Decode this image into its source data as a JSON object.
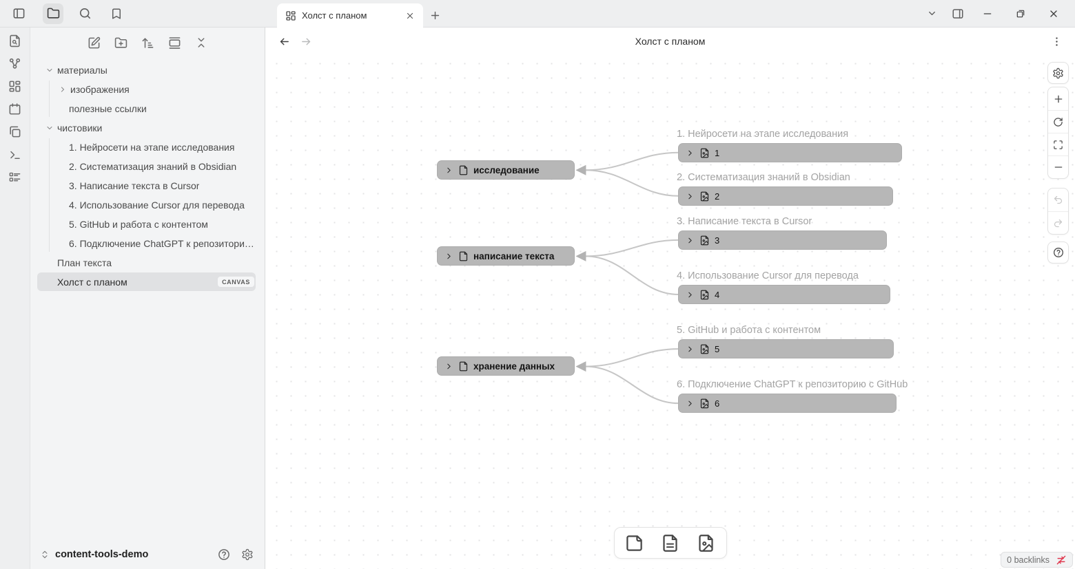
{
  "colors": {
    "chrome": "#eeeff0",
    "node_fill": "#b7b7b7",
    "edge": "#c6c6c6",
    "status_error": "#e0394f",
    "selection": "#e0e1e3"
  },
  "titlebar": {
    "tab": {
      "title": "Холст с планом"
    },
    "icons": [
      "panel-left-toggle",
      "folder-tab",
      "search-tab",
      "bookmark-tab"
    ],
    "window_icons": [
      "tab-list-chevron",
      "panel-right-toggle",
      "minimize",
      "restore",
      "close"
    ]
  },
  "ribbon": {
    "icons": [
      "file-search",
      "graph-view",
      "canvas-new",
      "daily-note-calendar",
      "templates-copy",
      "terminal",
      "list-details"
    ]
  },
  "sidebar": {
    "toolbar_icons": [
      "new-note",
      "new-folder",
      "sort-order",
      "gallery-layout",
      "collapse-all"
    ],
    "tree": [
      {
        "label": "материалы",
        "type": "folder",
        "state": "expanded"
      },
      {
        "label": "изображения",
        "type": "folder",
        "state": "collapsed"
      },
      {
        "label": "полезные ссылки",
        "type": "file"
      },
      {
        "label": "чистовики",
        "type": "folder",
        "state": "expanded"
      },
      {
        "label": "1. Нейросети на этапе исследования",
        "type": "file"
      },
      {
        "label": "2. Систематизация знаний в Obsidian",
        "type": "file"
      },
      {
        "label": "3. Написание текста в Cursor",
        "type": "file"
      },
      {
        "label": "4. Использование Cursor для перевода",
        "type": "file"
      },
      {
        "label": "5. GitHub и работа с контентом",
        "type": "file"
      },
      {
        "label": "6. Подключение ChatGPT к репозиторию ...",
        "type": "file"
      },
      {
        "label": "План текста",
        "type": "file"
      },
      {
        "label": "Холст с планом",
        "type": "file",
        "selected": true,
        "badge": "CANVAS"
      }
    ],
    "vault": {
      "name": "content-tools-demo"
    }
  },
  "main": {
    "header": {
      "title": "Холст с планом"
    },
    "canvas": {
      "groups": [
        {
          "label": "исследование"
        },
        {
          "label": "написание текста"
        },
        {
          "label": "хранение данных"
        }
      ],
      "notes": [
        {
          "title": "1. Нейросети на этапе исследования",
          "num": "1"
        },
        {
          "title": "2. Систематизация знаний в Obsidian",
          "num": "2"
        },
        {
          "title": "3. Написание текста в Cursor",
          "num": "3"
        },
        {
          "title": "4. Использование Cursor для перевода",
          "num": "4"
        },
        {
          "title": "5. GitHub и работа с контентом",
          "num": "5"
        },
        {
          "title": "6. Подключение ChatGPT к репозиторию с GitHub",
          "num": "6"
        }
      ],
      "controls_icons": [
        "canvas-settings-gear",
        "zoom-in-plus",
        "reset-view",
        "zoom-to-fit",
        "zoom-out-minus",
        "undo",
        "redo",
        "help"
      ],
      "card_toolbar_icons": [
        "add-card",
        "add-note-from-vault",
        "add-media-from-vault"
      ]
    },
    "statusbar": {
      "backlinks": "0 backlinks",
      "icon": "sync-disabled"
    }
  }
}
